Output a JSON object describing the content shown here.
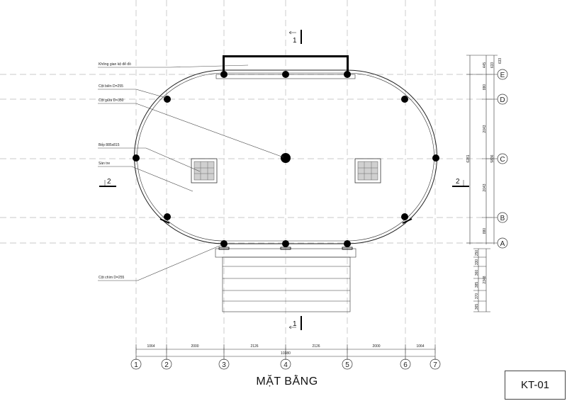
{
  "drawing_title": "MẶT BẰNG",
  "sheet_code": "KT-01",
  "annotations": {
    "display_space": "Không gian kệ để đồ",
    "perimeter_column": "Cột biên D=255",
    "central_column": "Cột giữa D=350",
    "stove": "Bếp 885x815",
    "bamboo_floor": "Sàn tre",
    "sunken_column": "Cột chìm D=255"
  },
  "axes_numbered": [
    "1",
    "2",
    "3",
    "4",
    "5",
    "6",
    "7"
  ],
  "axes_lettered": [
    "E",
    "D",
    "C",
    "B",
    "A"
  ],
  "section_markers": {
    "top": "1",
    "bottom": "1",
    "left": "2",
    "right": "2"
  },
  "horizontal_dimensions": [
    "1064",
    "2000",
    "2126",
    "2126",
    "2000",
    "1064"
  ],
  "horizontal_total": "10380",
  "vertical_dimensions_right": [
    "633",
    "880",
    "2043",
    "2043",
    "880"
  ],
  "vertical_dimensions_outer": [
    "445",
    "633"
  ],
  "vertical_total_right": "5836",
  "vertical_total_right_2": "6281",
  "stair_dimensions": [
    "250",
    "330",
    "360",
    "385",
    "370",
    "365"
  ],
  "stair_total": "2348"
}
